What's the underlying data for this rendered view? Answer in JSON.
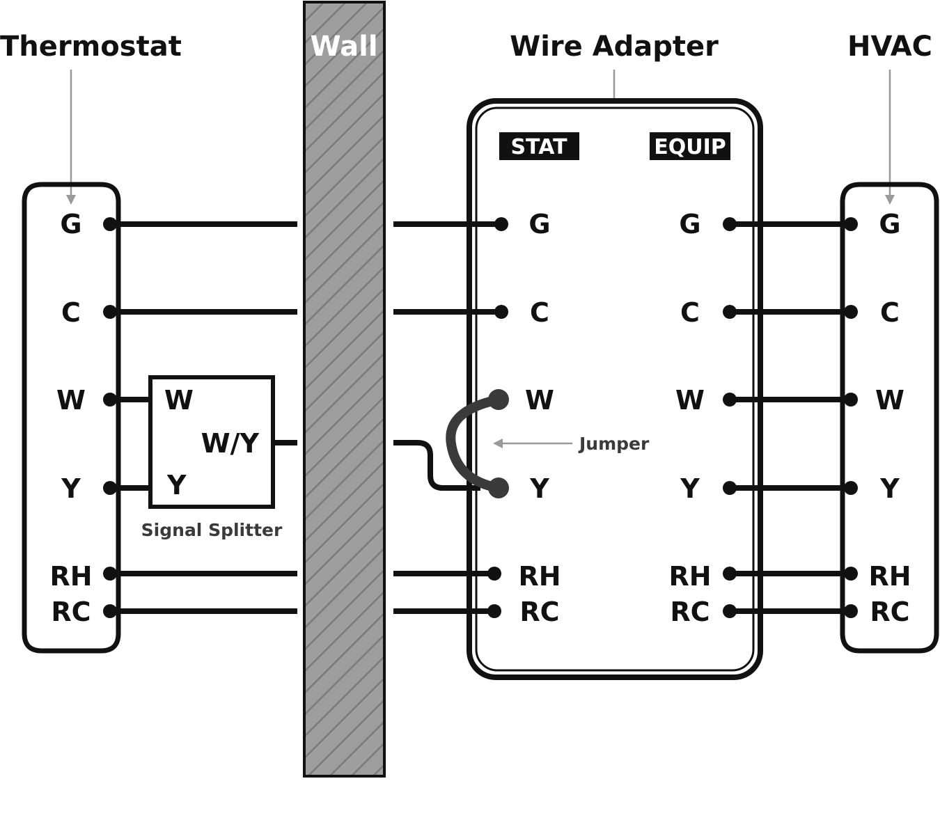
{
  "titles": {
    "thermostat": "Thermostat",
    "wall": "Wall",
    "adapter": "Wire Adapter",
    "hvac": "HVAC"
  },
  "adapter_badges": {
    "stat": "STAT",
    "equip": "EQUIP"
  },
  "thermostat_terminals": {
    "g": "G",
    "c": "C",
    "w": "W",
    "y": "Y",
    "rh": "RH",
    "rc": "RC"
  },
  "splitter": {
    "label": "Signal Splitter",
    "in_w": "W",
    "in_y": "Y",
    "out": "W/Y"
  },
  "stat_terminals": {
    "g": "G",
    "c": "C",
    "w": "W",
    "y": "Y",
    "rh": "RH",
    "rc": "RC"
  },
  "equip_terminals": {
    "g": "G",
    "c": "C",
    "w": "W",
    "y": "Y",
    "rh": "RH",
    "rc": "RC"
  },
  "hvac_terminals": {
    "g": "G",
    "c": "C",
    "w": "W",
    "y": "Y",
    "rh": "RH",
    "rc": "RC"
  },
  "jumper_label": "Jumper",
  "colors": {
    "ink": "#111111",
    "wall_fill": "#9e9e9e",
    "wall_hatch": "#7a7a7a",
    "jumper": "#3a3a3a",
    "pointer": "#9a9a9a"
  }
}
